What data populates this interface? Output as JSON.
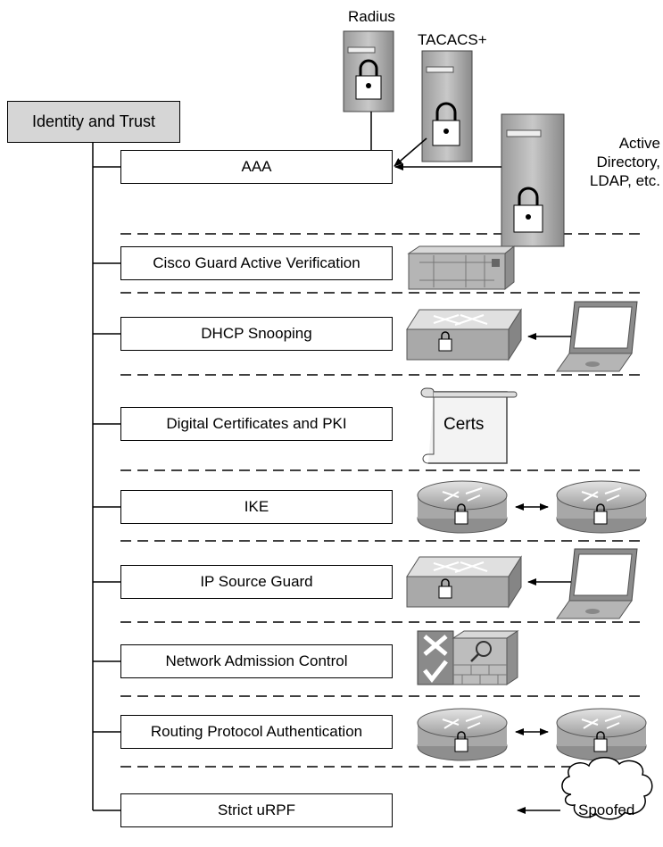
{
  "root": {
    "label": "Identity and Trust"
  },
  "features": [
    {
      "id": "aaa",
      "label": "AAA"
    },
    {
      "id": "cisco-guard",
      "label": "Cisco Guard Active Verification"
    },
    {
      "id": "dhcp-snooping",
      "label": "DHCP Snooping"
    },
    {
      "id": "pki",
      "label": "Digital Certificates and PKI"
    },
    {
      "id": "ike",
      "label": "IKE"
    },
    {
      "id": "ip-source-guard",
      "label": "IP Source Guard"
    },
    {
      "id": "nac",
      "label": "Network Admission Control"
    },
    {
      "id": "routing-auth",
      "label": "Routing Protocol Authentication"
    },
    {
      "id": "urpf",
      "label": "Strict uRPF"
    }
  ],
  "servers": {
    "radius": "Radius",
    "tacacs": "TACACS+",
    "directory_line1": "Active",
    "directory_line2": "Directory,",
    "directory_line3": "LDAP, etc."
  },
  "certs_label": "Certs",
  "cloud_label": "Spoofed",
  "icons": [
    "server-lock-icon",
    "guard-appliance-icon",
    "switch-lock-icon",
    "laptop-icon",
    "certificate-scroll-icon",
    "router-lock-icon",
    "nac-firewall-icon",
    "cloud-icon"
  ]
}
